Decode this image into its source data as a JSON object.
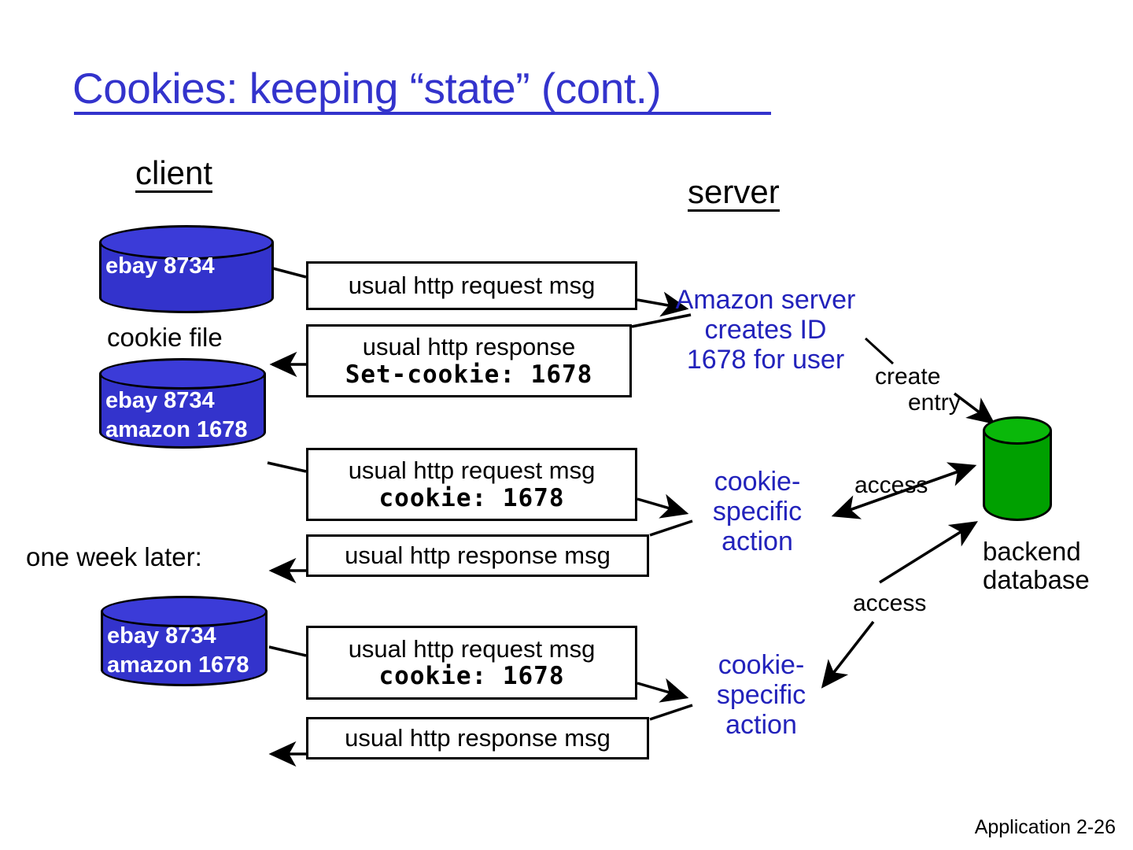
{
  "slide": {
    "title": "Cookies: keeping “state” (cont.)",
    "footer": "Application  2-26",
    "accent_blue": "#3333CC",
    "note_blue": "#2222BB",
    "cookie_cylinder_color": "#3333CC",
    "database_cylinder_color": "#00A000"
  },
  "headings": {
    "client": "client",
    "server": "server"
  },
  "labels": {
    "cookie_file": "cookie file",
    "one_week_later": "one week later:",
    "create_entry_line1": "create",
    "create_entry_line2": "entry",
    "access_top": "access",
    "access_bottom": "access",
    "backend_line1": "backend",
    "backend_line2": "database"
  },
  "cookie_files": [
    {
      "name": "cookie-file-initial",
      "lines": [
        "ebay 8734"
      ]
    },
    {
      "name": "cookie-file-after-set-cookie",
      "lines": [
        "ebay 8734",
        "amazon 1678"
      ]
    },
    {
      "name": "cookie-file-one-week-later",
      "lines": [
        "ebay 8734",
        "amazon 1678"
      ]
    }
  ],
  "messages": [
    {
      "name": "http-request-1",
      "line1": "usual http request msg",
      "line2": ""
    },
    {
      "name": "http-response-set-cookie",
      "line1": "usual http response",
      "line2": "Set-cookie: 1678"
    },
    {
      "name": "http-request-2-cookie",
      "line1": "usual http request msg",
      "line2": "cookie: 1678"
    },
    {
      "name": "http-response-2",
      "line1": "usual http response msg",
      "line2": ""
    },
    {
      "name": "http-request-3-cookie",
      "line1": "usual http request msg",
      "line2": "cookie: 1678"
    },
    {
      "name": "http-response-3",
      "line1": "usual http response msg",
      "line2": ""
    }
  ],
  "server_notes": {
    "amazon_creates_id": {
      "line1": "Amazon server",
      "line2": "creates ID",
      "line3": "1678 for user"
    },
    "cookie_action_1": {
      "line1": "cookie-",
      "line2": "specific",
      "line3": "action"
    },
    "cookie_action_2": {
      "line1": "cookie-",
      "line2": "specific",
      "line3": "action"
    }
  }
}
